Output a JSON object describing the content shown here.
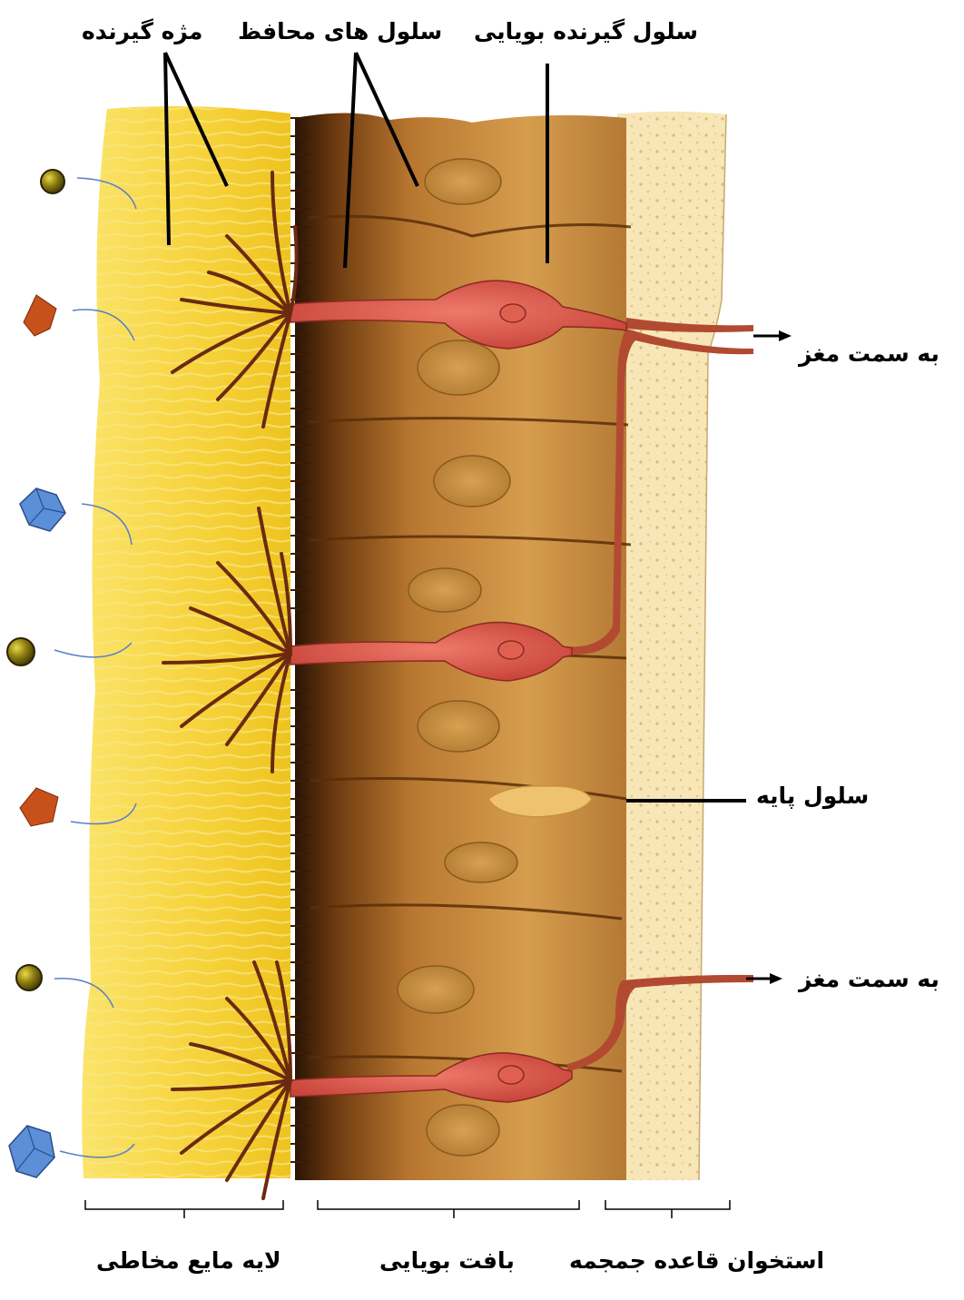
{
  "labels": {
    "cilia": "مژه گیرنده",
    "protective_cells": "سلول های محافظ",
    "olfactory_receptor_cell": "سلول گیرنده بویایی",
    "to_brain_1": "به سمت مغز",
    "basal_cell": "سلول پایه",
    "to_brain_2": "به سمت مغز",
    "mucus_layer": "لایه مایع مخاطی",
    "olfactory_tissue": "بافت بویایی",
    "skull_base_bone": "استخوان قاعده جمجمه"
  },
  "odor_molecules": [
    {
      "shape": "sphere",
      "color": "#8a7a10"
    },
    {
      "shape": "pentagon",
      "color": "#c8501a"
    },
    {
      "shape": "cube",
      "color": "#5b8fd8"
    },
    {
      "shape": "sphere",
      "color": "#8a7a10"
    },
    {
      "shape": "pentagon",
      "color": "#c8501a"
    },
    {
      "shape": "sphere",
      "color": "#8a7a10"
    },
    {
      "shape": "cube",
      "color": "#5b8fd8"
    }
  ],
  "colors": {
    "mucus": "#f5d23a",
    "tissue": "#c98a3a",
    "receptor": "#d9564a",
    "bone": "#f7e6b8",
    "curve": "#5a7ec8"
  }
}
